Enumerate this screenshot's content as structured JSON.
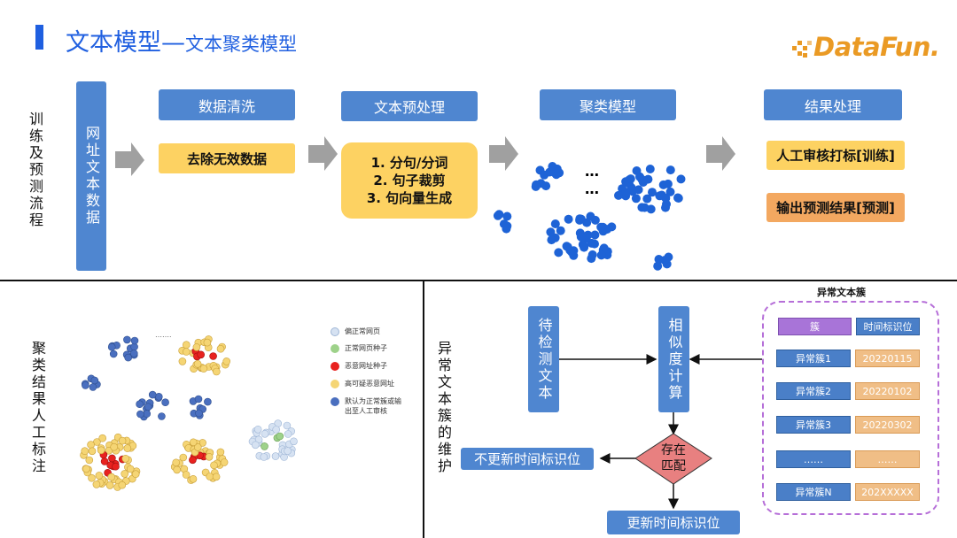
{
  "header": {
    "title_main": "文本模型",
    "title_dash": "—",
    "title_sub": "文本聚类模型",
    "logo_text": "DataFun."
  },
  "top_section": {
    "side_label": "训练及预测流程",
    "source_box": "网址文本数据",
    "steps": [
      {
        "header": "数据清洗",
        "items": [
          "去除无效数据"
        ]
      },
      {
        "header": "文本预处理",
        "items": [
          "1. 分句/分词",
          "2. 句子裁剪",
          "3. 句向量生成"
        ]
      },
      {
        "header": "聚类模型",
        "ellipsis_top": "…",
        "ellipsis_bottom": "…"
      },
      {
        "header": "结果处理",
        "items": [
          "人工审核打标[训练]",
          "输出预测结果[预测]"
        ]
      }
    ]
  },
  "bottom_left": {
    "side_label": "聚类结果人工标注",
    "tiny_dots": "…….",
    "legend": [
      {
        "label": "偏正常网页",
        "color": "#d6e2f2"
      },
      {
        "label": "正常网页种子",
        "color": "#9ed28a"
      },
      {
        "label": "恶意网址种子",
        "color": "#e8221f"
      },
      {
        "label": "高可疑恶意网址",
        "color": "#f5d574"
      },
      {
        "label": "默认为正常簇或输出至人工审核",
        "color": "#4a6fbf"
      }
    ]
  },
  "bottom_right": {
    "side_label": "异常文本簇的维护",
    "pending_box": "待检测文本",
    "similarity_box": "相似度计算",
    "decision": "存在匹配",
    "no_update": "不更新时间标识位",
    "update": "更新时间标识位",
    "cluster_panel": {
      "title": "异常文本簇",
      "col_headers": [
        "簇",
        "时间标识位"
      ],
      "rows": [
        {
          "name": "异常簇1",
          "time": "20220115"
        },
        {
          "name": "异常簇2",
          "time": "20220102"
        },
        {
          "name": "异常簇3",
          "time": "20220302"
        },
        {
          "name": "……",
          "time": "……"
        },
        {
          "name": "异常簇N",
          "time": "202XXXXX"
        }
      ]
    }
  },
  "colors": {
    "accent_blue": "#1f5fe0",
    "box_blue": "#4f86d0",
    "box_yellow": "#fdd262",
    "box_orange": "#f3a860",
    "decision_red": "#e88080",
    "panel_border": "#b66fd8",
    "dot_blue": "#1e63d6"
  }
}
